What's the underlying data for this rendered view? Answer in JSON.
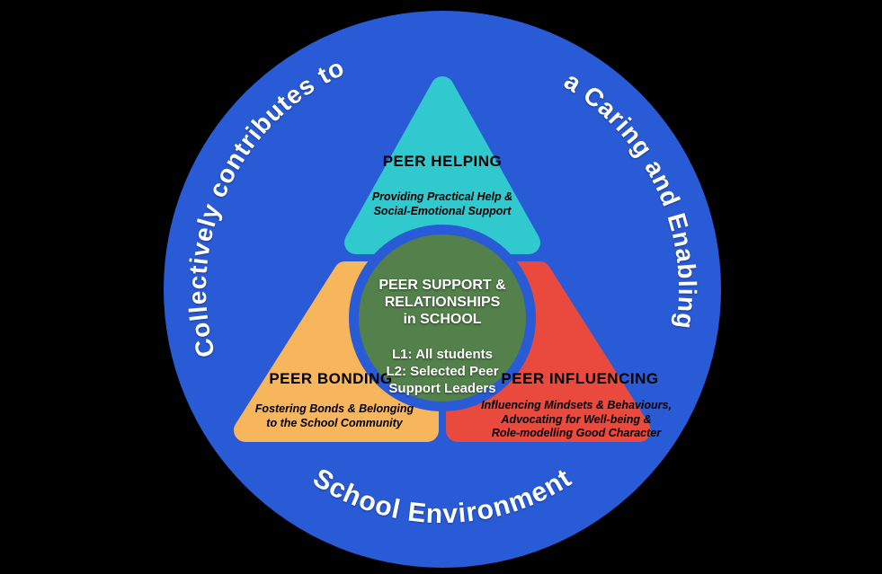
{
  "diagram_title": "Peer Support and Relationships in School diagram",
  "outer_text": {
    "top_left_arc": "Collectively contributes to",
    "top_right_arc": "a Caring and Enabling",
    "bottom_arc": "School Environment"
  },
  "center": {
    "title": "PEER SUPPORT &\nRELATIONSHIPS\nin SCHOOL",
    "levels": "L1: All students\nL2: Selected Peer\nSupport Leaders"
  },
  "sections": {
    "helping": {
      "title": "PEER HELPING",
      "description": "Providing Practical Help &\nSocial-Emotional Support"
    },
    "bonding": {
      "title": "PEER BONDING",
      "description": "Fostering Bonds & Belonging\nto the School Community"
    },
    "influencing": {
      "title": "PEER INFLUENCING",
      "description": "Influencing Mindsets & Behaviours,\nAdvocating for Well-being &\nRole-modelling Good Character"
    }
  },
  "colors": {
    "background": "#000000",
    "outer_circle": "#2A5BD7",
    "helping_segment": "#2FC9CE",
    "bonding_segment": "#F7B55C",
    "influencing_segment": "#E94A3D",
    "center_ring": "#2A5BD7",
    "center_circle": "#53804B"
  }
}
